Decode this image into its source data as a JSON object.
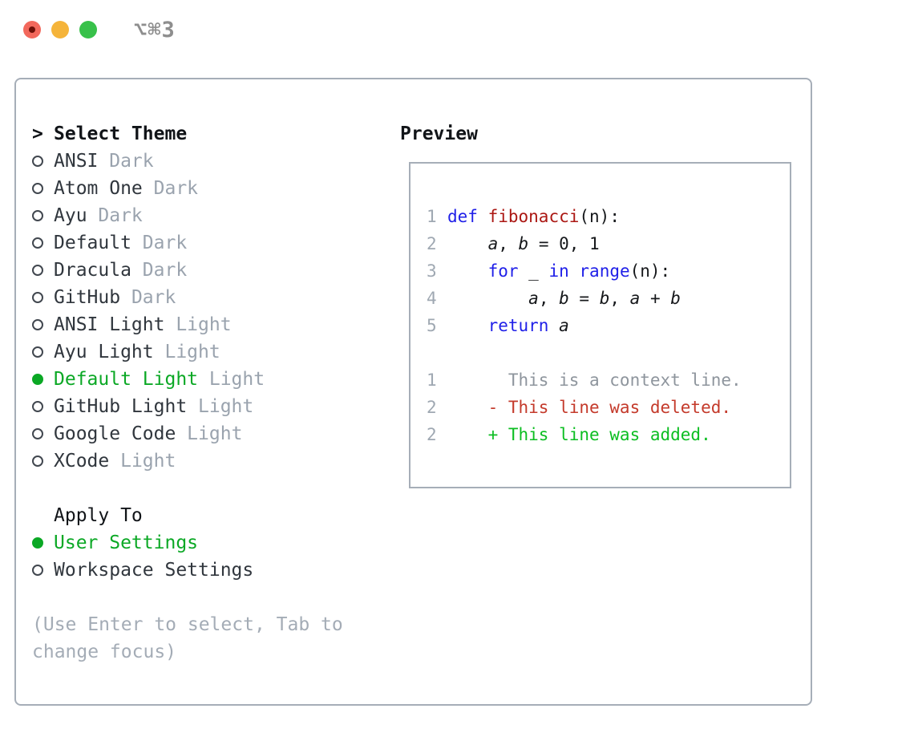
{
  "window": {
    "title": "⌥⌘3"
  },
  "theme_selector": {
    "title": "Select Theme",
    "cursor": ">",
    "items": [
      {
        "label": "ANSI",
        "tag": "Dark",
        "selected": false
      },
      {
        "label": "Atom One",
        "tag": "Dark",
        "selected": false
      },
      {
        "label": "Ayu",
        "tag": "Dark",
        "selected": false
      },
      {
        "label": "Default",
        "tag": "Dark",
        "selected": false
      },
      {
        "label": "Dracula",
        "tag": "Dark",
        "selected": false
      },
      {
        "label": "GitHub",
        "tag": "Dark",
        "selected": false
      },
      {
        "label": "ANSI Light",
        "tag": "Light",
        "selected": false
      },
      {
        "label": "Ayu Light",
        "tag": "Light",
        "selected": false
      },
      {
        "label": "Default Light",
        "tag": "Light",
        "selected": true
      },
      {
        "label": "GitHub Light",
        "tag": "Light",
        "selected": false
      },
      {
        "label": "Google Code",
        "tag": "Light",
        "selected": false
      },
      {
        "label": "XCode",
        "tag": "Light",
        "selected": false
      }
    ]
  },
  "apply_to": {
    "title": "Apply To",
    "options": [
      {
        "label": "User Settings",
        "selected": true
      },
      {
        "label": "Workspace Settings",
        "selected": false
      }
    ]
  },
  "help_text": "(Use Enter to select, Tab to change focus)",
  "preview": {
    "title": "Preview",
    "code_lines": [
      {
        "num": "1",
        "segments": [
          {
            "t": "def",
            "c": "kw"
          },
          {
            "t": " ",
            "c": "plain"
          },
          {
            "t": "fibonacci",
            "c": "fn"
          },
          {
            "t": "(n):",
            "c": "plain"
          }
        ]
      },
      {
        "num": "2",
        "segments": [
          {
            "t": "    ",
            "c": "plain"
          },
          {
            "t": "a",
            "c": "var"
          },
          {
            "t": ", ",
            "c": "plain"
          },
          {
            "t": "b",
            "c": "var"
          },
          {
            "t": " = 0, 1",
            "c": "plain"
          }
        ]
      },
      {
        "num": "3",
        "segments": [
          {
            "t": "    ",
            "c": "plain"
          },
          {
            "t": "for",
            "c": "kw"
          },
          {
            "t": " _ ",
            "c": "plain"
          },
          {
            "t": "in",
            "c": "kw"
          },
          {
            "t": " ",
            "c": "plain"
          },
          {
            "t": "range",
            "c": "kw"
          },
          {
            "t": "(n):",
            "c": "plain"
          }
        ]
      },
      {
        "num": "4",
        "segments": [
          {
            "t": "        ",
            "c": "plain"
          },
          {
            "t": "a",
            "c": "var"
          },
          {
            "t": ", ",
            "c": "plain"
          },
          {
            "t": "b",
            "c": "var"
          },
          {
            "t": " = ",
            "c": "plain"
          },
          {
            "t": "b",
            "c": "var"
          },
          {
            "t": ", ",
            "c": "plain"
          },
          {
            "t": "a",
            "c": "var"
          },
          {
            "t": " + ",
            "c": "plain"
          },
          {
            "t": "b",
            "c": "var"
          }
        ]
      },
      {
        "num": "5",
        "segments": [
          {
            "t": "    ",
            "c": "plain"
          },
          {
            "t": "return",
            "c": "kw"
          },
          {
            "t": " ",
            "c": "plain"
          },
          {
            "t": "a",
            "c": "var"
          }
        ]
      }
    ],
    "diff_lines": [
      {
        "num": "1",
        "text": "      This is a context line.",
        "type": "context"
      },
      {
        "num": "2",
        "text": "    - This line was deleted.",
        "type": "deleted"
      },
      {
        "num": "2",
        "text": "    + This line was added.",
        "type": "added"
      }
    ]
  },
  "colors": {
    "accent_green": "#0ba825",
    "added_green": "#0cbe22",
    "deleted_red": "#c43a2b",
    "keyword_blue": "#1f1fe8",
    "function_red": "#ab1713",
    "muted_gray": "#9aa3ae",
    "line_number_gray": "#9fa8b2",
    "border_gray": "#a6aeb8",
    "traffic_red": "#f2685c",
    "traffic_yellow": "#f5b43a",
    "traffic_green": "#38c14a"
  }
}
